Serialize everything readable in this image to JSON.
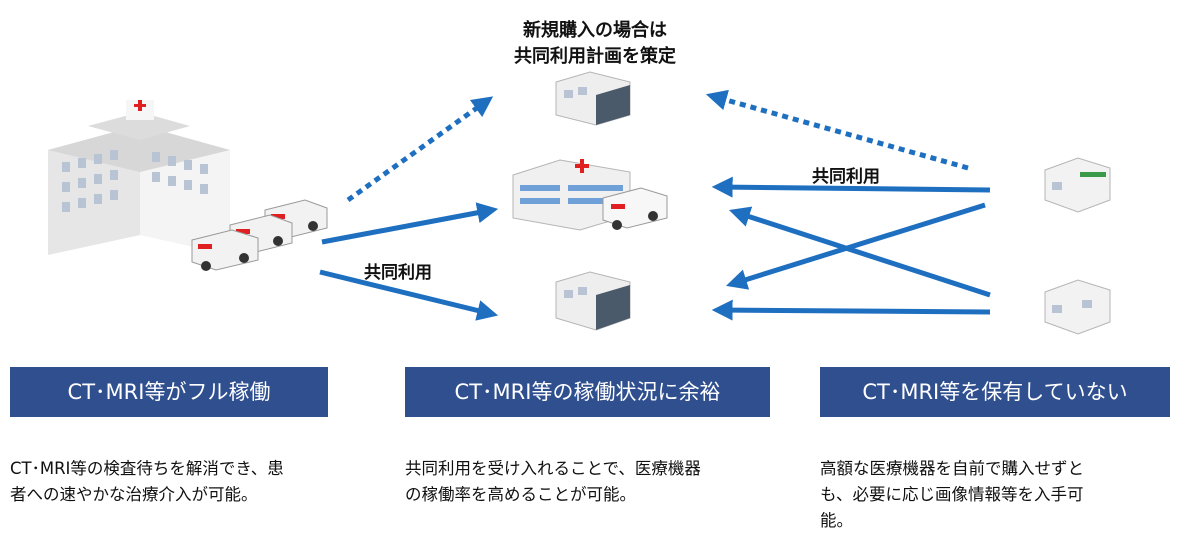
{
  "diagram": {
    "top_caption_line1": "新規購入の場合は",
    "top_caption_line2": "共同利用計画を策定",
    "shared_label_left": "共同利用",
    "shared_label_right": "共同利用",
    "banners": {
      "left": "CT･MRI等がフル稼働",
      "center": "CT･MRI等の稼働状況に余裕",
      "right": "CT･MRI等を保有していない"
    },
    "descriptions": {
      "left_line1": "CT･MRI等の検査待ちを解消でき、患",
      "left_line2": "者への速やかな治療介入が可能。",
      "center_line1": "共同利用を受け入れることで、医療機器",
      "center_line2": "の稼働率を高めることが可能。",
      "right_line1": "高額な医療機器を自前で購入せずと",
      "right_line2": "も、必要に応じ画像情報等を入手可",
      "right_line3": "能。"
    },
    "colors": {
      "arrow": "#1f6fc1",
      "banner": "#2f4f8f",
      "cross": "#e02020"
    },
    "icons": [
      "large-hospital-icon",
      "ambulance-icon",
      "clinic-icon",
      "hospital-icon",
      "small-clinic-icon"
    ]
  }
}
